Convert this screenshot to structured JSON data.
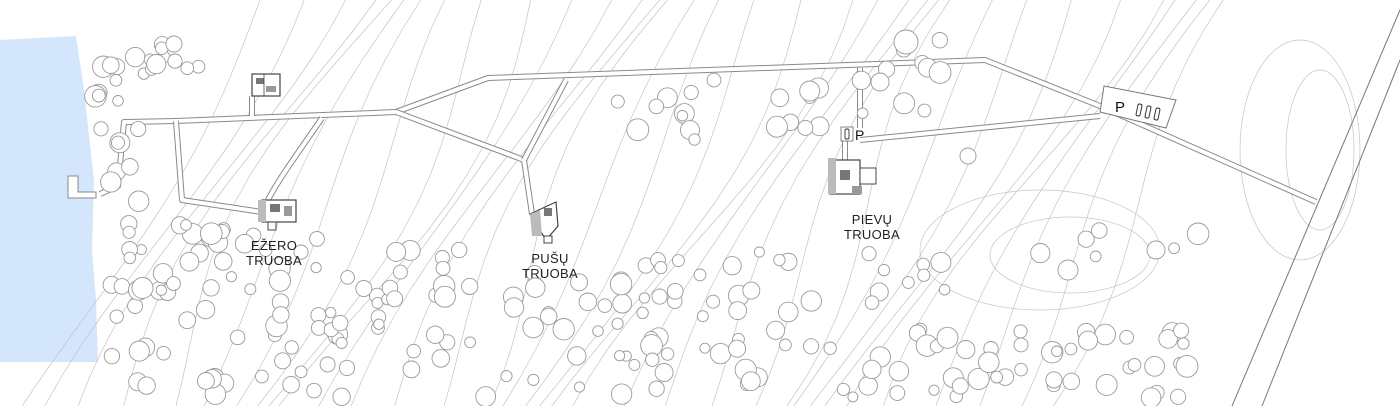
{
  "colors": {
    "lake": "#d4e6fb",
    "path_stroke": "#8a8a8a",
    "contour": "#c4c4c4",
    "tree": "#9a9a9a",
    "building": "#555555"
  },
  "cabins": [
    {
      "line1": "EŽERO",
      "line2": "TRUOBA"
    },
    {
      "line1": "PUŠŲ",
      "line2": "TRUOBA"
    },
    {
      "line1": "PIEVŲ",
      "line2": "TRUOBA"
    }
  ],
  "parking": {
    "large_label": "P",
    "small_label": "P"
  },
  "icons": [
    "lake-area",
    "footpath",
    "contour-lines",
    "tree-icon",
    "car-icon",
    "cabin-plan"
  ]
}
